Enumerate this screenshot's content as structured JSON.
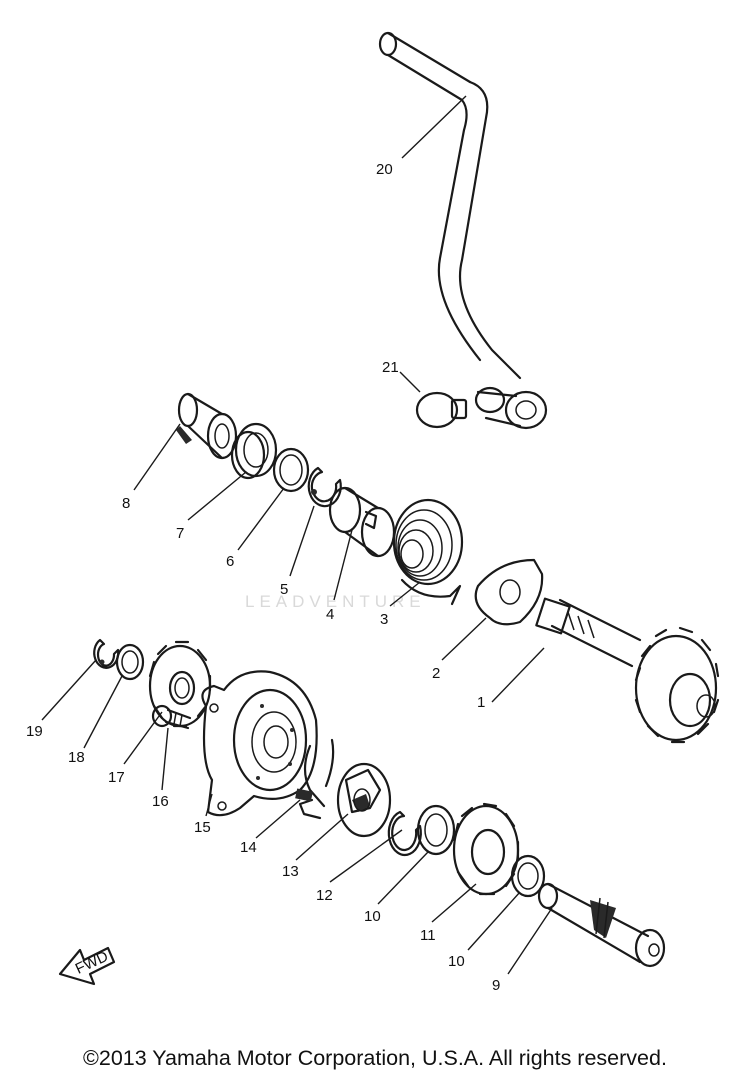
{
  "diagram": {
    "labels": [
      "1",
      "2",
      "3",
      "4",
      "5",
      "6",
      "7",
      "8",
      "9",
      "10",
      "10",
      "11",
      "12",
      "13",
      "14",
      "15",
      "16",
      "17",
      "18",
      "19",
      "20",
      "21"
    ],
    "direction_marker": "FWD",
    "watermark": "LEADVENTURE"
  },
  "footer": {
    "copyright": "©2013 Yamaha Motor Corporation, U.S.A. All rights reserved."
  }
}
